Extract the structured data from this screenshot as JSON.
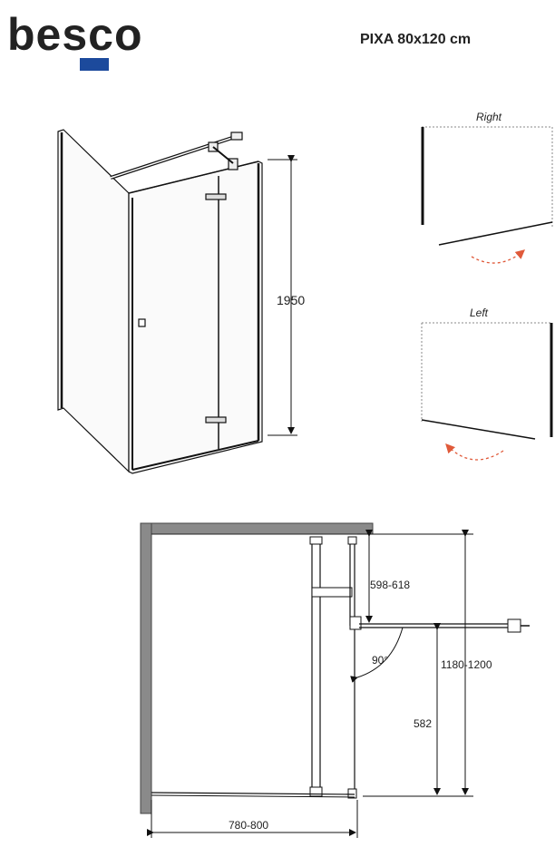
{
  "brand": {
    "logo_text": "besco",
    "accent_color": "#1c4a9c",
    "text_color": "#555555"
  },
  "header": {
    "model_title": "PIXA 80x120 cm"
  },
  "perspective": {
    "height_label": "1950"
  },
  "orientation": {
    "right_label": "Right",
    "left_label": "Left",
    "arrow_color": "#e05a3a"
  },
  "plan": {
    "width_label": "780-800",
    "side_length_label": "1180-1200",
    "door_width_label": "598-618",
    "fixed_panel_label": "582",
    "angle_label": "90°"
  }
}
